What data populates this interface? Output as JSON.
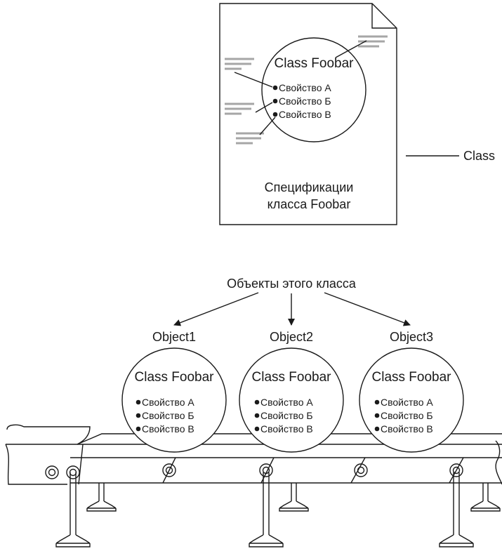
{
  "spec_doc": {
    "circle_title": "Class Foobar",
    "properties": [
      "Свойство А",
      "Свойство Б",
      "Свойство В"
    ],
    "caption_line1": "Спецификации",
    "caption_line2": "класса Foobar"
  },
  "side_label": "Class",
  "objects_caption": "Объекты этого класса",
  "objects": [
    {
      "name": "Object1",
      "title": "Class Foobar",
      "properties": [
        "Свойство А",
        "Свойство Б",
        "Свойство В"
      ]
    },
    {
      "name": "Object2",
      "title": "Class Foobar",
      "properties": [
        "Свойство А",
        "Свойство Б",
        "Свойство В"
      ]
    },
    {
      "name": "Object3",
      "title": "Class Foobar",
      "properties": [
        "Свойство А",
        "Свойство Б",
        "Свойство В"
      ]
    }
  ],
  "colors": {
    "ink": "#1a1a1a",
    "annotation_gray": "#a6a6a6",
    "background": "#ffffff"
  }
}
